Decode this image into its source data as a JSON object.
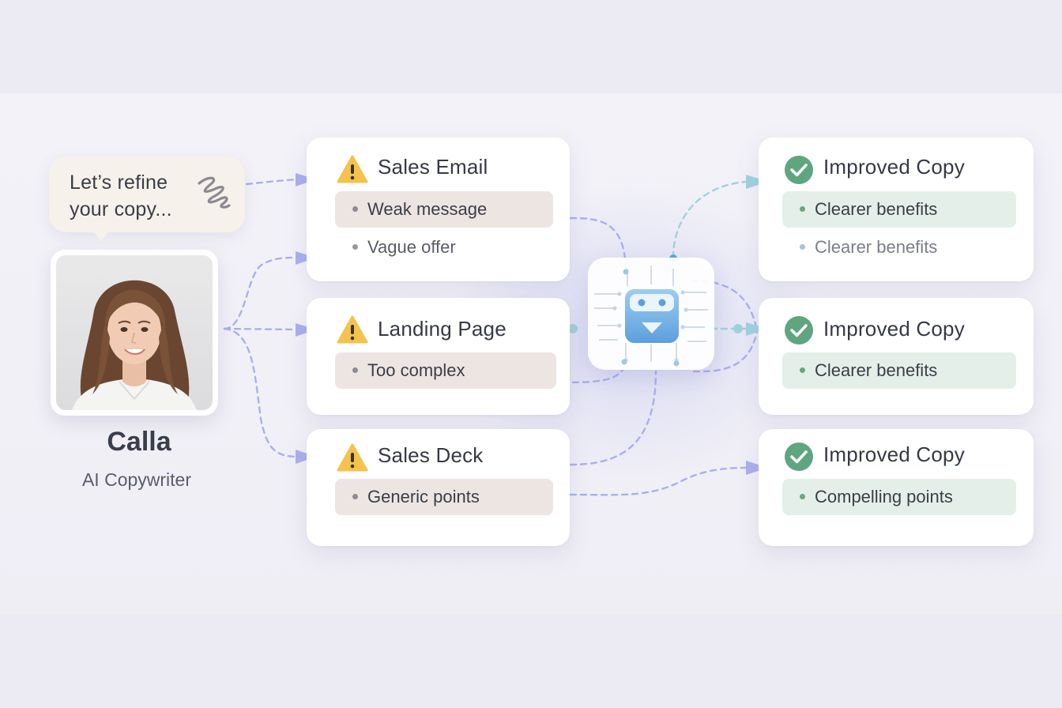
{
  "persona": {
    "speech": "Let’s refine your copy...",
    "name": "Calla",
    "role": "AI Copywriter"
  },
  "inputs": [
    {
      "title": "Sales Email",
      "issues": [
        "Weak message",
        "Vague offer"
      ]
    },
    {
      "title": "Landing Page",
      "issues": [
        "Too complex"
      ]
    },
    {
      "title": "Sales Deck",
      "issues": [
        "Generic points"
      ]
    }
  ],
  "outputs": [
    {
      "title": "Improved Copy",
      "items": [
        "Clearer benefits",
        "Clearer benefits"
      ]
    },
    {
      "title": "Improved Copy",
      "items": [
        "Clearer benefits"
      ]
    },
    {
      "title": "Improved Copy",
      "items": [
        "Compelling points"
      ]
    }
  ],
  "icons": {
    "input_status": "warning-icon",
    "output_status": "check-circle-icon",
    "hub": "robot-icon",
    "bubble_decoration": "scribble-icon"
  },
  "colors": {
    "warning": "#f3c34d",
    "success": "#5fa57f",
    "connector": "#a8b0ec",
    "connector_teal": "#9fd2dc",
    "issue_bg": "#ede5e2",
    "improved_bg": "#e5efe9"
  }
}
